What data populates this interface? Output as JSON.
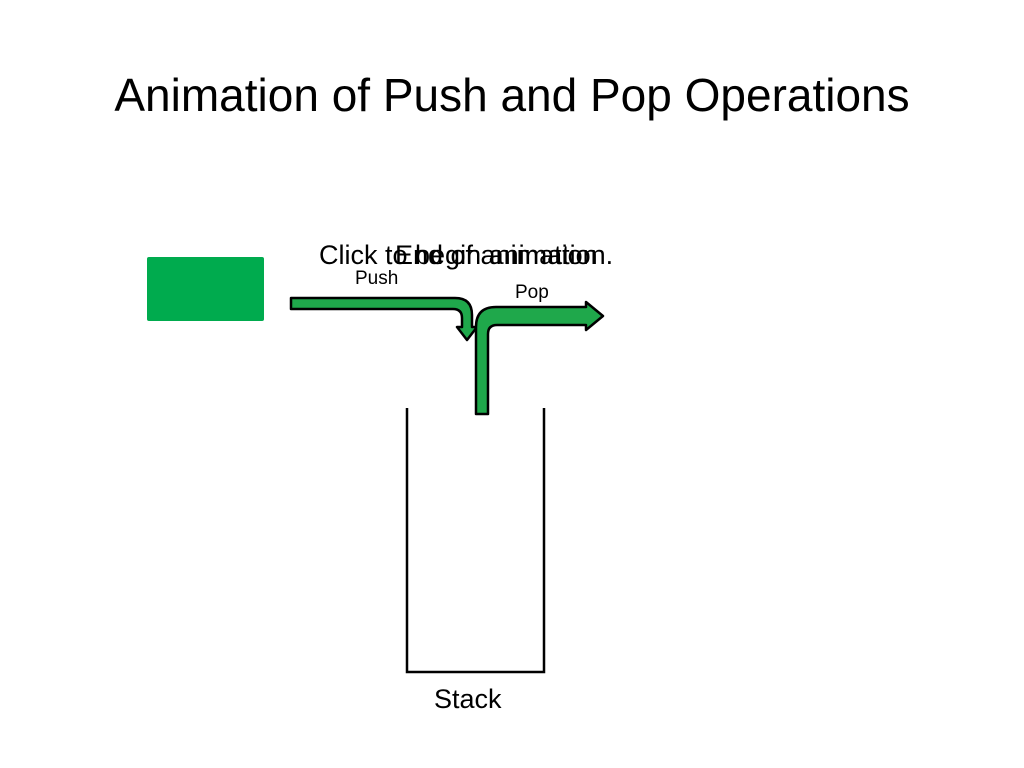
{
  "title": "Animation of Push and Pop Operations",
  "overlay": {
    "click_text": "Click to begin animation.",
    "end_text": "End of animation"
  },
  "labels": {
    "push": "Push",
    "pop": "Pop",
    "stack": "Stack"
  },
  "colors": {
    "block": "#00AB4E",
    "arrow_fill": "#1FA84B",
    "arrow_stroke": "#000000"
  }
}
